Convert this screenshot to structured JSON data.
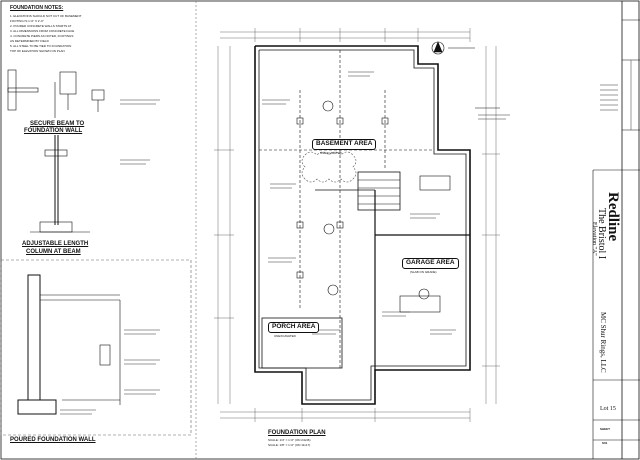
{
  "notes": {
    "title": "FOUNDATION NOTES:",
    "lines": [
      "1. ELEVATIONS SHOULD NOT CUT OF BASEMENT",
      "FOOTING IS 1'-0\" X 2'-0\"",
      "2. POURED CONCRETE WALLS STARTS AT",
      "3. ALL DIMENSIONS FROM CONCRETE FACE",
      "4. CONCRETE PIERS AS NOTED, FOOTINGS",
      "AS DETERMINED BY FIELD",
      "5. ALL STEEL TO BE TIED TO FOUNDATION",
      "TOP OF ELEVATION SHOWN ON PLAN"
    ]
  },
  "details": {
    "secure_beam": [
      "SECURE BEAM TO",
      "FOUNDATION WALL"
    ],
    "adjustable_column": [
      "ADJUSTABLE LENGTH",
      "COLUMN AT BEAM"
    ],
    "poured_wall": "POURED FOUNDATION WALL"
  },
  "plan": {
    "basement_area": [
      "BASEMENT AREA",
      "UNEXCAVATED"
    ],
    "garage_area": [
      "GARAGE AREA",
      "(SLAB ON GRADE)"
    ],
    "porch_area": [
      "PORCH AREA",
      "UNEXCAVATED"
    ],
    "title": "FOUNDATION PLAN",
    "scale_lines": [
      "SCALE: 1/4\" = 1'-0\" (ON 24x36)",
      "SCALE: 1/8\" = 1'-0\" (ON 11x17)"
    ]
  },
  "title_block": {
    "firm": "Redline",
    "model": "The Bristol I",
    "elevation": "Elevation \"A\"",
    "builder": "MC Shur Rings, LLC",
    "lot": "Lot 15",
    "sheet_label": "SHEET",
    "sheet_no": "S01"
  },
  "colors": {
    "ink": "#111111",
    "sheet": "#ffffff",
    "dim": "#444444"
  }
}
